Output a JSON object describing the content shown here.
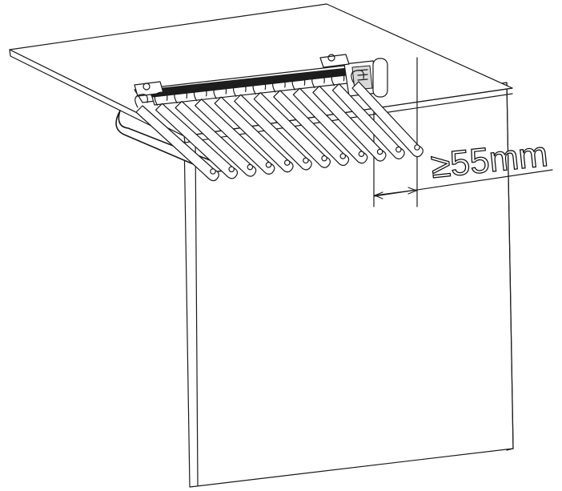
{
  "figure": {
    "dimension": {
      "label": "≥55mm",
      "symbol": "≥",
      "value": "55",
      "unit": "mm"
    },
    "hanger_bar_count": 12
  }
}
